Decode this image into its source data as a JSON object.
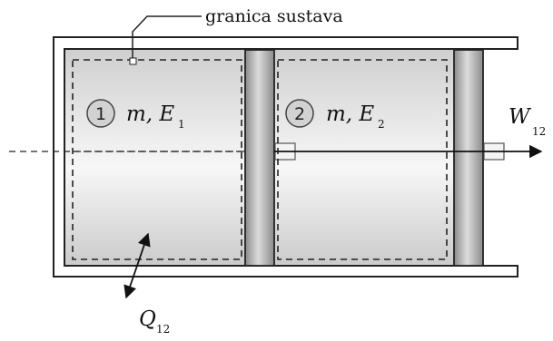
{
  "labels": {
    "boundary": "granica sustava",
    "sub1_number": "1",
    "sub1_mass": "m, E",
    "sub1_energy_sub": "1",
    "sub2_number": "2",
    "sub2_mass": "m, E",
    "sub2_energy_sub": "2",
    "work": "W",
    "work_sub": "12",
    "heat": "Q",
    "heat_sub": "12"
  }
}
